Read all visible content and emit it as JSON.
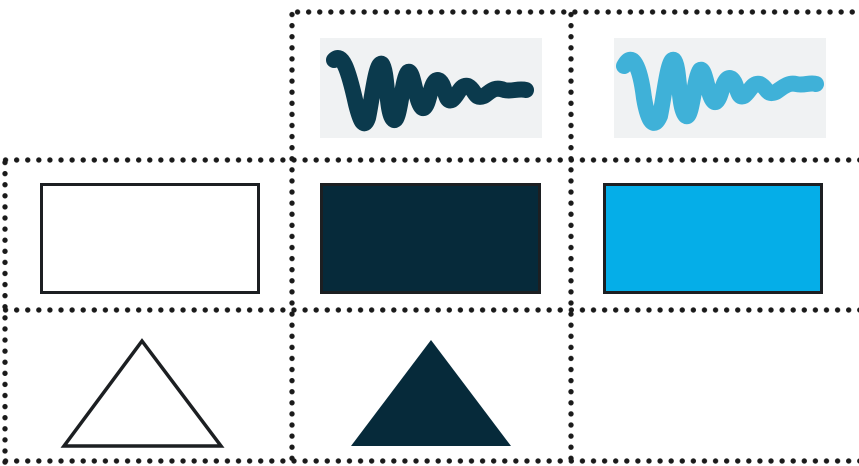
{
  "colors": {
    "dark": "#062a3a",
    "cyan": "#05aee8",
    "scribble_dark": "#0b3a4d",
    "scribble_cyan": "#3fb1d8",
    "outline": "#1c1f22",
    "white": "#ffffff"
  },
  "grid": {
    "rows": [
      {
        "cells": [
          {
            "content": "empty"
          },
          {
            "content": "scribble",
            "color": "dark"
          },
          {
            "content": "scribble",
            "color": "cyan"
          }
        ]
      },
      {
        "cells": [
          {
            "content": "rectangle",
            "fill": "white"
          },
          {
            "content": "rectangle",
            "fill": "dark"
          },
          {
            "content": "rectangle",
            "fill": "cyan"
          }
        ]
      },
      {
        "cells": [
          {
            "content": "triangle",
            "fill": "white"
          },
          {
            "content": "triangle",
            "fill": "dark"
          },
          {
            "content": "empty"
          }
        ]
      }
    ]
  }
}
